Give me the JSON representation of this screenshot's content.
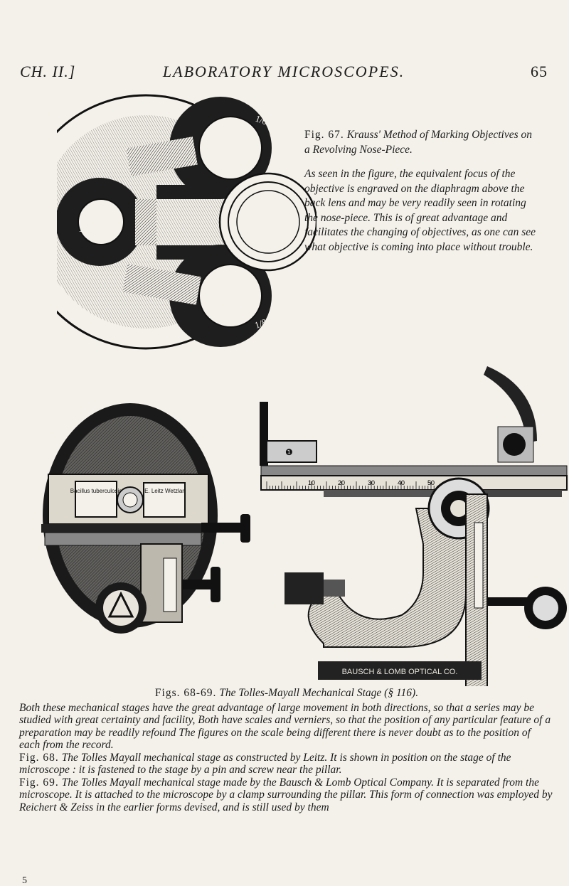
{
  "header": {
    "chapter": "CH. II.]",
    "title": "LABORATORY MICROSCOPES.",
    "page_number": "65"
  },
  "figure67": {
    "label": "Fig. 67.",
    "title": "Krauss' Method of Marking Objectives on a Revolving Nose-Piece.",
    "text": "As seen in the figure, the equivalent focus of the objective is engraved on the diaphragm above the back lens and may be very readily seen in rotating the nose-piece. This is of great advantage and facilitates the changing of objectives, as one can see what objective is coming into place without trouble.",
    "engraved_marks": [
      "1/2",
      "1/6",
      "1/8"
    ]
  },
  "figure68": {
    "slide_labels": [
      "Bacillus tuberculosis",
      "E. Leitz Wetzlar"
    ]
  },
  "figure69": {
    "scale_numbers": [
      "10",
      "20",
      "30",
      "40",
      "50"
    ],
    "maker_plate": "BAUSCH & LOMB OPTICAL CO."
  },
  "caption": {
    "figs_label": "Figs. 68-69.",
    "figs_title": "The Tolles-Mayall Mechanical Stage (§ 116).",
    "summary": "Both these mechanical stages have the great advantage of large movement in both directions, so that a series may be studied with great certainty and facility, Both have scales and verniers, so that the position of any particular feature of a preparation may be readily refound The figures on the scale being different there is never doubt as to the position of each from the record.",
    "fig68_label": "Fig. 68.",
    "fig68_text": "The Tolles Mayall mechanical stage as constructed by Leitz. It is shown in position on the stage of the microscope : it is fastened to the stage by a pin and screw near the pillar.",
    "fig69_label": "Fig. 69.",
    "fig69_text": "The Tolles Mayall mechanical stage made by the Bausch & Lomb Optical Company. It is separated from the microscope. It is attached to the microscope by a clamp surrounding the pillar. This form of connection was employed by Reichert & Zeiss in the earlier forms devised, and is still used by them"
  },
  "signature_mark": "5"
}
